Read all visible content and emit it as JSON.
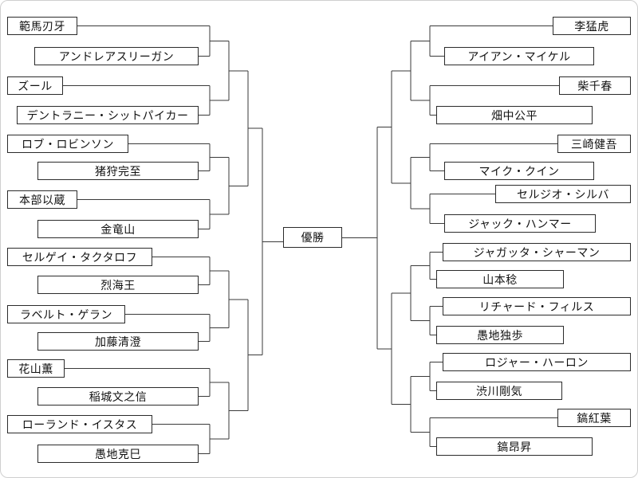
{
  "champion_label": "優勝",
  "bracket": {
    "left": [
      "範馬刃牙",
      "アンドレアスリーガン",
      "ズール",
      "デントラニー・シットパイカー",
      "ロブ・ロビンソン",
      "猪狩完至",
      "本部以蔵",
      "金竜山",
      "セルゲイ・タクタロフ",
      "烈海王",
      "ラベルト・ゲラン",
      "加藤清澄",
      "花山薫",
      "稲城文之信",
      "ローランド・イスタス",
      "愚地克巳"
    ],
    "right": [
      "李猛虎",
      "アイアン・マイケル",
      "柴千春",
      "畑中公平",
      "三崎健吾",
      "マイク・クイン",
      "セルジオ・シルバ",
      "ジャック・ハンマー",
      "ジャガッタ・シャーマン",
      "山本稔",
      "リチャード・フィルス",
      "愚地独歩",
      "ロジャー・ハーロン",
      "渋川剛気",
      "鎬紅葉",
      "鎬昂昇"
    ]
  }
}
